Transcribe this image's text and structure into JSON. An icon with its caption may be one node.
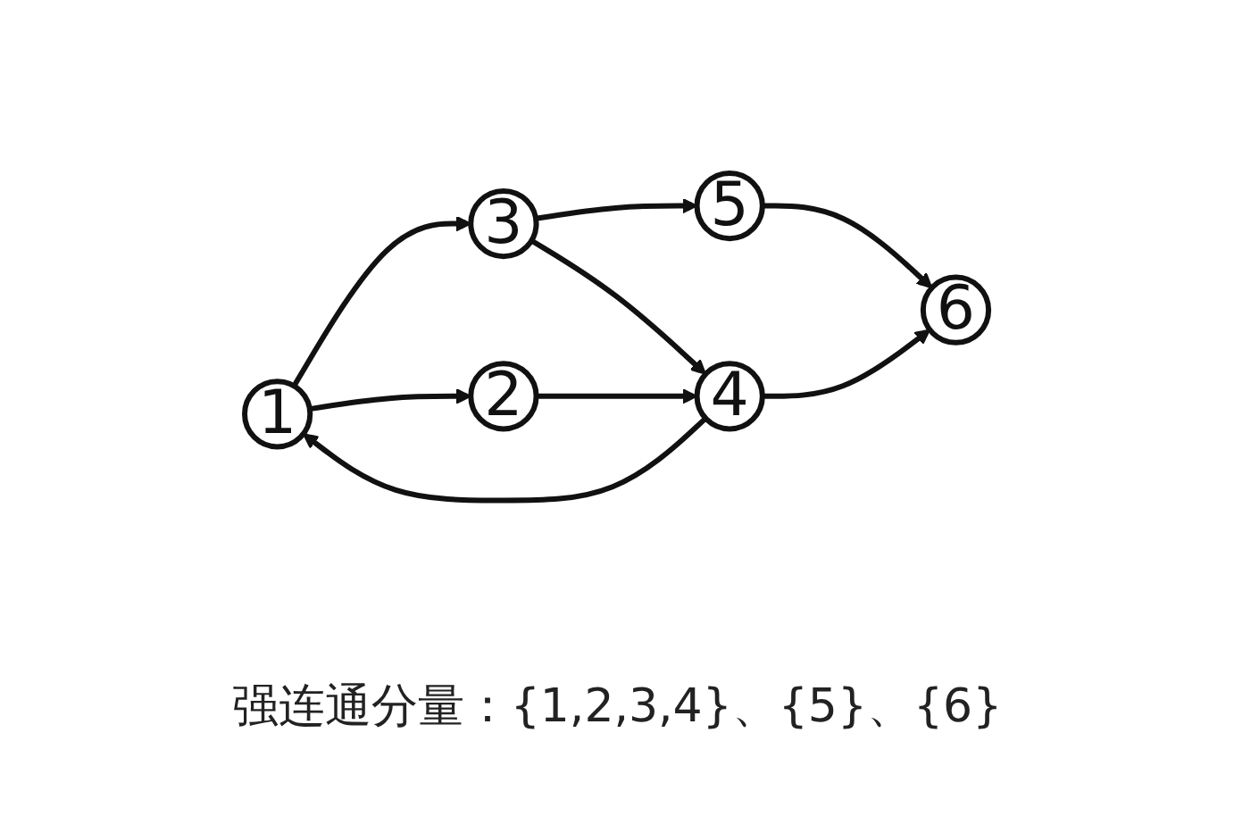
{
  "diagram": {
    "nodes": [
      {
        "text": [
          "1"
        ]
      },
      {
        "text": [
          "3"
        ]
      },
      {
        "text": [
          "5"
        ]
      },
      {
        "text": [
          "2"
        ]
      },
      {
        "text": [
          "4"
        ]
      },
      {
        "text": [
          "6"
        ]
      }
    ],
    "edges": [
      {
        "from": 0,
        "to": 1,
        "arrow": "to"
      },
      {
        "from": 1,
        "to": 2,
        "arrow": "to"
      },
      {
        "from": 0,
        "to": 3,
        "arrow": "to"
      },
      {
        "from": 1,
        "to": 4,
        "arrow": "to"
      },
      {
        "from": 4,
        "to": 0,
        "arrow": "to"
      },
      {
        "from": 2,
        "to": 5,
        "arrow": "to"
      },
      {
        "from": 3,
        "to": 4,
        "arrow": "to"
      },
      {
        "from": 4,
        "to": 5,
        "arrow": "to"
      }
    ],
    "labels": [
      "强连通分量：{1,2,3,4}、{5}、{6}"
    ]
  }
}
